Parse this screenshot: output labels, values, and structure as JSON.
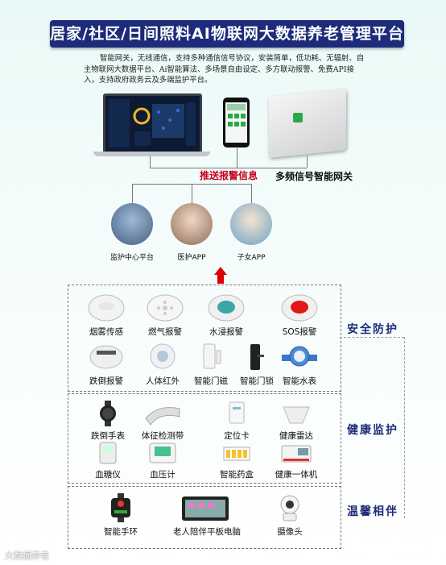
{
  "title": "居家/社区/日间照料AI物联网大数据养老管理平台",
  "description": "智能网关，无线通信，支持多种通信信号协议，安装简单，低功耗、无辐射、自主物联网大数据平台、Ai智能算法、多场景自由设定、多方联动报警、免费API接入，支持政府政务云及多端监护平台。",
  "push_label": "推送报警信息",
  "gateway_label": "多频信号智能网关",
  "receivers": [
    {
      "label": "监护中心平台"
    },
    {
      "label": "医护APP"
    },
    {
      "label": "子女APP"
    }
  ],
  "sections": [
    {
      "title": "安全防护",
      "row1": [
        "烟雾传感",
        "燃气报警",
        "水浸报警",
        "SOS报警"
      ],
      "row2": [
        "跌倒报警",
        "人体红外",
        "智能门磁",
        "智能门锁",
        "智能水表"
      ]
    },
    {
      "title": "健康监护",
      "row1": [
        "跌倒手表",
        "体征检测带",
        "定位卡",
        "健康雷达"
      ],
      "row2": [
        "血糖仪",
        "血压计",
        "智能药盒",
        "健康一体机"
      ]
    },
    {
      "title": "温馨相伴",
      "row1": [
        "智能手环",
        "老人陪伴平板电脑",
        "摄像头"
      ]
    }
  ],
  "watermark": "大数据养老",
  "colors": {
    "banner": "#1d2b7a",
    "alert": "#c8001e",
    "sos_button": "#e01818",
    "water_button": "#3aa6a8"
  }
}
